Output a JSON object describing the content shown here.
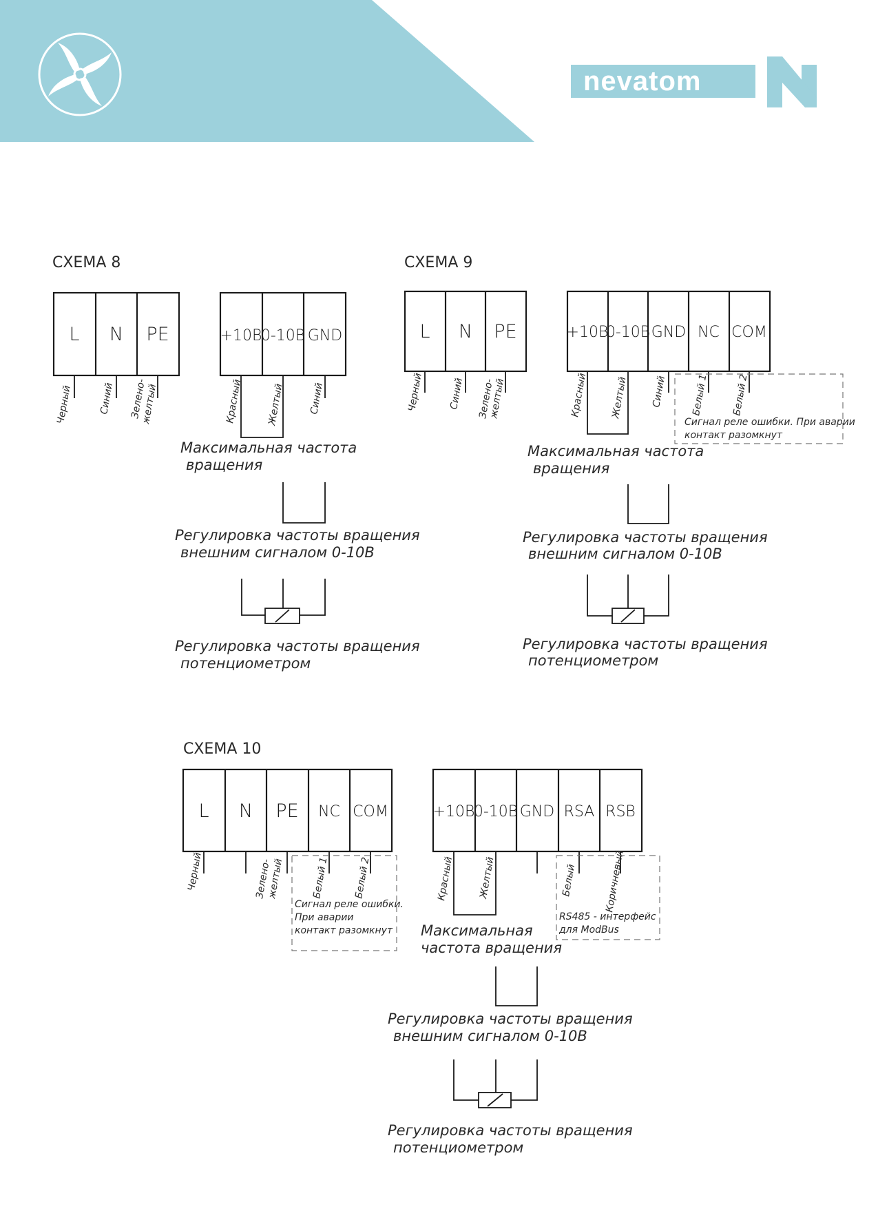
{
  "brand": {
    "name": "nevatom",
    "mark": "N",
    "color": "#9dd1dc"
  },
  "icons": {
    "fan": "fan-icon"
  },
  "labels": {
    "max_speed": [
      "Максимальная частота",
      "вращения"
    ],
    "max_speed_s10": [
      "Максимальная",
      "частота вращения"
    ],
    "ext_signal": [
      "Регулировка частоты вращения",
      "внешним сигналом 0-10В"
    ],
    "potentiometer": [
      "Регулировка частоты вращения",
      "потенциометром"
    ],
    "relay_note": [
      "Сигнал реле ошибки. При аварии",
      "контакт разомкнут"
    ],
    "relay_note_s10": [
      "Сигнал реле ошибки.",
      "При аварии",
      "контакт разомкнут"
    ],
    "rs485_note": [
      "RS485 - интерфейс",
      "для ModBus"
    ]
  },
  "schemes": [
    {
      "title": "СХЕМА 8",
      "power_terminals": [
        "L",
        "N",
        "PE"
      ],
      "power_wires": [
        "Черный",
        "Синий",
        "Зелено-",
        "желтый"
      ],
      "control_terminals": [
        "+10В",
        "0-10В",
        "GND"
      ],
      "control_wires": [
        "Красный",
        "Желтый",
        "Синий"
      ]
    },
    {
      "title": "СХЕМА 9",
      "power_terminals": [
        "L",
        "N",
        "PE"
      ],
      "power_wires": [
        "Черный",
        "Синий",
        "Зелено-",
        "желтый"
      ],
      "control_terminals": [
        "+10В",
        "0-10В",
        "GND",
        "NC",
        "COM"
      ],
      "control_wires": [
        "Красный",
        "Желтый",
        "Синий",
        "Белый 1",
        "Белый 2"
      ]
    },
    {
      "title": "СХЕМА 10",
      "power_terminals": [
        "L",
        "N",
        "PE",
        "NC",
        "COM"
      ],
      "power_wires": [
        "Черный",
        "Зелено-",
        "желтый",
        "Белый 1",
        "Белый 2"
      ],
      "control_terminals": [
        "+10В",
        "0-10В",
        "GND",
        "RSA",
        "RSB"
      ],
      "control_wires": [
        "Красный",
        "Желтый",
        "Белый",
        "Коричневый"
      ]
    }
  ]
}
